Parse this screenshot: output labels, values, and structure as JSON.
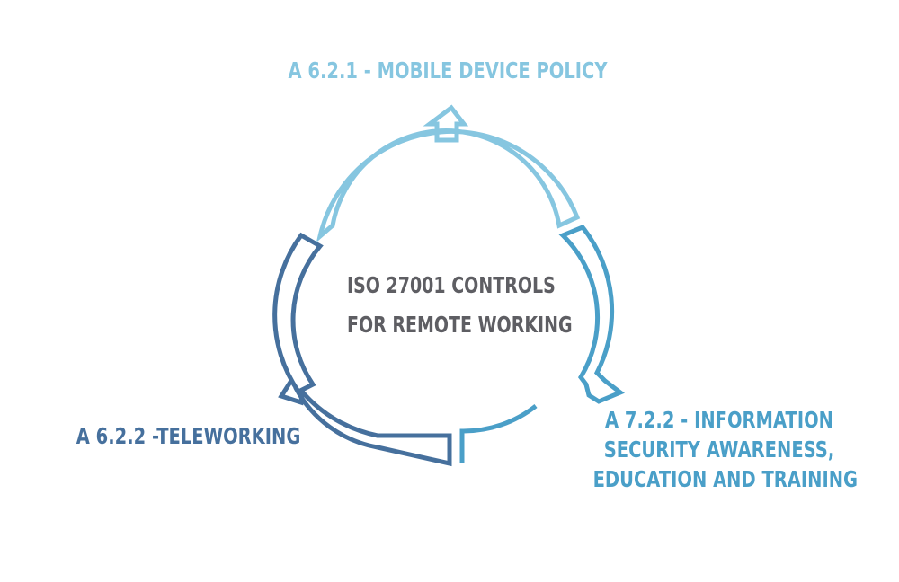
{
  "center": {
    "line1": "ISO 27001 CONTROLS",
    "line2": "FOR REMOTE WORKING"
  },
  "nodes": {
    "top": {
      "label": "A 6.2.1 - MOBILE DEVICE POLICY"
    },
    "right": {
      "line1": "A 7.2.2 - INFORMATION",
      "line2": "SECURITY AWARENESS,",
      "line3": "EDUCATION AND TRAINING"
    },
    "left": {
      "label": "A 6.2.2 -TELEWORKING"
    }
  },
  "colors": {
    "top": "#86c6e0",
    "right": "#4a9fc8",
    "left": "#46709d",
    "center_text": "#5e5e63",
    "background": "#ffffff"
  }
}
